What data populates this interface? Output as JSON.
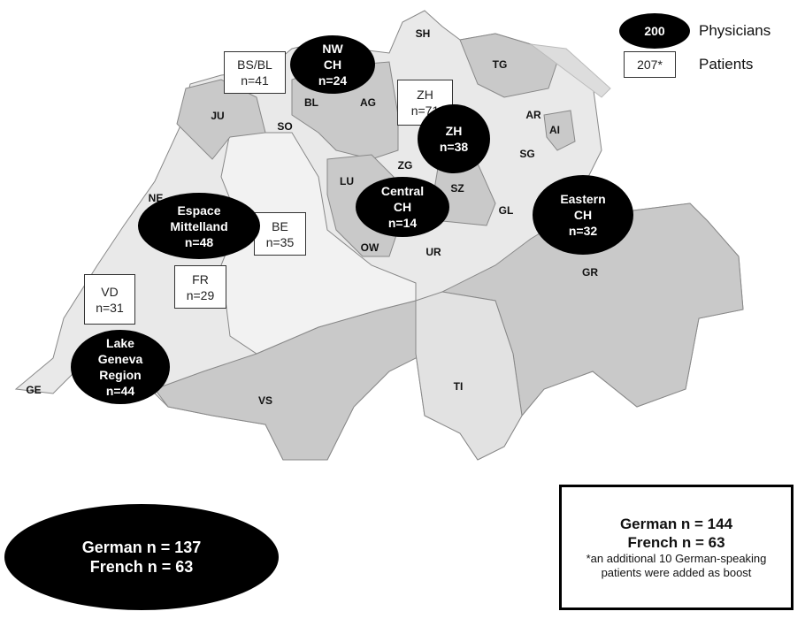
{
  "legend": {
    "physicians_sample": "200",
    "physicians_label": "Physicians",
    "patients_sample": "207*",
    "patients_label": "Patients"
  },
  "cantons": [
    "SH",
    "TG",
    "AR",
    "AI",
    "SG",
    "GL",
    "GR",
    "TI",
    "VS",
    "UR",
    "ZG",
    "SZ",
    "LU",
    "OW",
    "AG",
    "BL",
    "SO",
    "JU",
    "NE",
    "GE"
  ],
  "physician_regions": [
    {
      "name": "NW",
      "name2": "CH",
      "n": "n=24"
    },
    {
      "name": "ZH",
      "name2": "",
      "n": "n=38"
    },
    {
      "name": "Central",
      "name2": "CH",
      "n": "n=14"
    },
    {
      "name": "Eastern",
      "name2": "CH",
      "n": "n=32"
    },
    {
      "name": "Espace",
      "name2": "Mittelland",
      "n": "n=48"
    },
    {
      "name": "Lake",
      "name2": "Geneva",
      "name3": "Region",
      "n": "n=44"
    }
  ],
  "patient_regions": [
    {
      "name": "BS/BL",
      "n": "n=41"
    },
    {
      "name": "ZH",
      "n": "n=71"
    },
    {
      "name": "BE",
      "n": "n=35"
    },
    {
      "name": "VD",
      "n": "n=31"
    },
    {
      "name": "FR",
      "n": "n=29"
    }
  ],
  "physician_totals": {
    "german": "German n = 137",
    "french": "French n =  63"
  },
  "patient_totals": {
    "german": "German n = 144",
    "french": "French n =  63",
    "note": "*an additional 10 German-speaking patients were added as boost"
  },
  "colors": {
    "light": "#e9e9e9",
    "mid": "#c9c9c9",
    "pale": "#f4f4f4",
    "marker": "#000000"
  }
}
